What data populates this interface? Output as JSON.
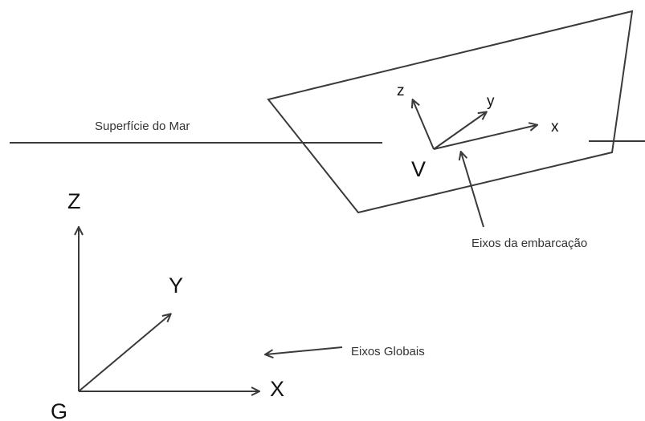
{
  "labels": {
    "sea_surface": "Superfície do Mar",
    "vessel_axes": "Eixos da embarcação",
    "global_axes": "Eixos Globais"
  },
  "global_axes": {
    "x": "X",
    "y": "Y",
    "z": "Z",
    "origin": "G"
  },
  "vessel_axes": {
    "x": "x",
    "y": "y",
    "z": "z",
    "origin": "V"
  },
  "colors": {
    "line": "#3a3a3a",
    "text": "#111111",
    "background": "#ffffff"
  }
}
